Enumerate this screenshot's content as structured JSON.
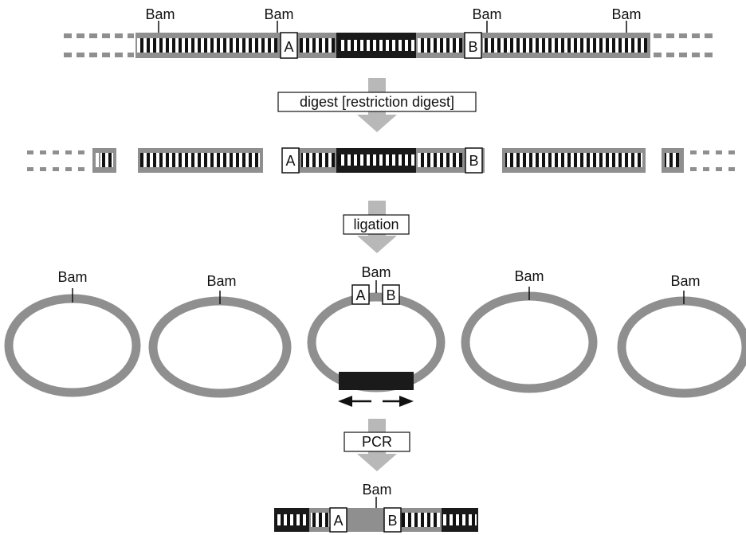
{
  "site_label": "Bam",
  "marker_a": "A",
  "marker_b": "B",
  "steps": {
    "digest": "digest [restriction digest]",
    "ligation": "ligation",
    "pcr": "PCR"
  },
  "colors": {
    "strand": "#8f8f8f",
    "dark": "#1a1a1a",
    "white": "#ffffff",
    "arrow": "#b8b8b8",
    "rung": "#111111"
  }
}
